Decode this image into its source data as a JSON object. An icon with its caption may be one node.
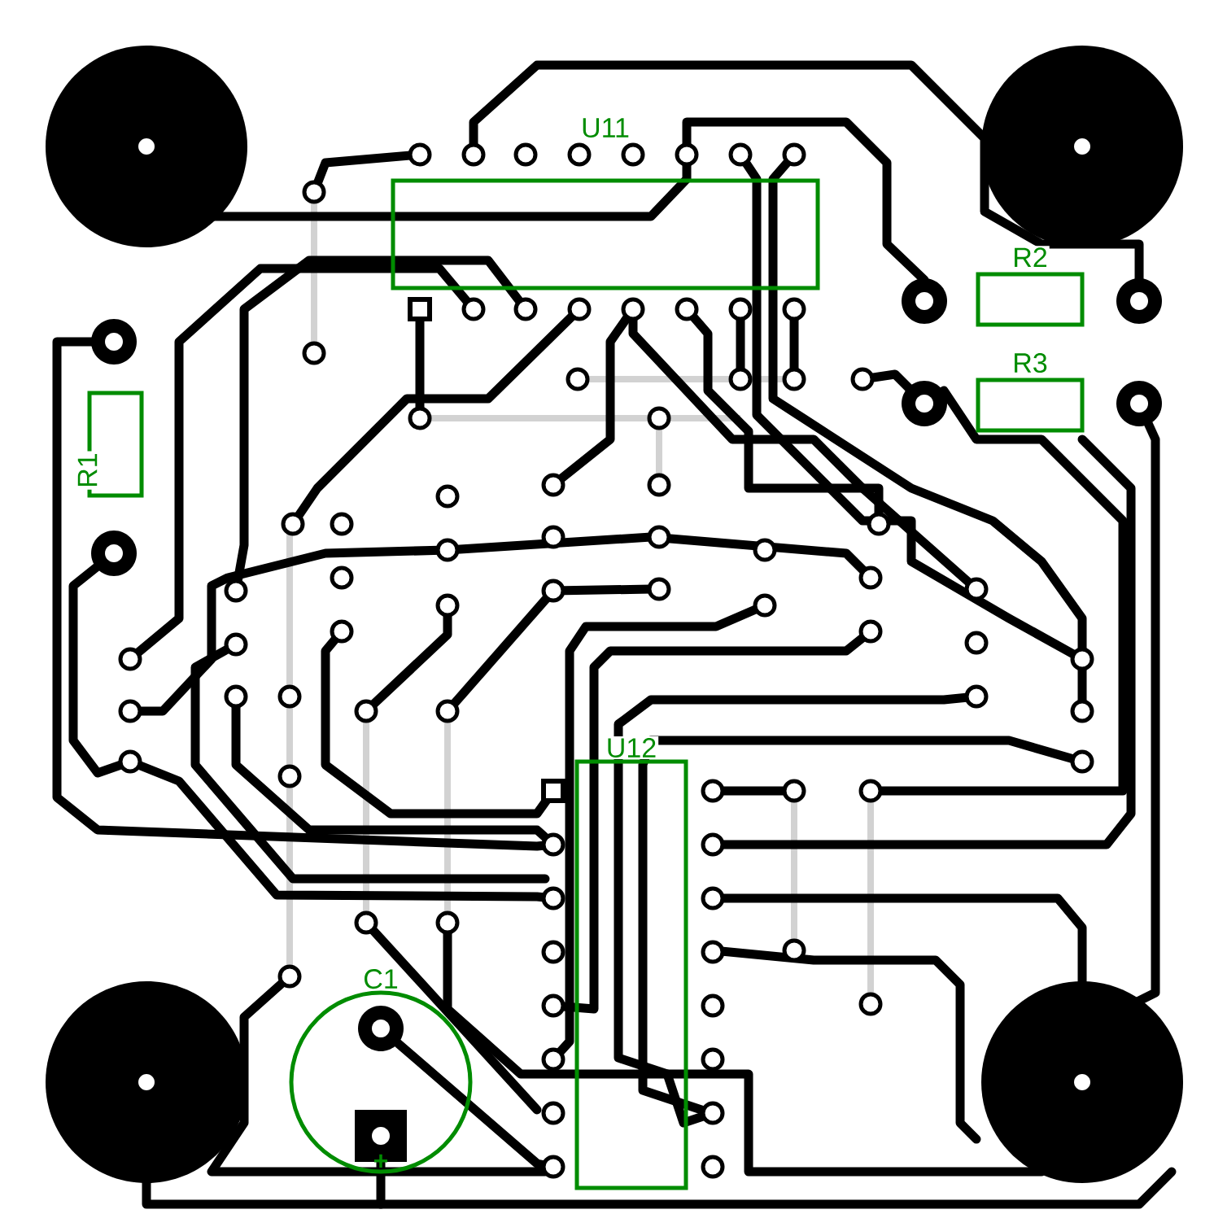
{
  "diagram": {
    "nodes": [
      {
        "text": [
          "U11"
        ]
      },
      {
        "text": [
          "U12"
        ]
      },
      {
        "text": [
          "R1"
        ]
      },
      {
        "text": [
          "R2"
        ]
      },
      {
        "text": [
          "R3"
        ]
      },
      {
        "text": [
          "C1"
        ]
      }
    ],
    "labels": [
      "+"
    ]
  }
}
